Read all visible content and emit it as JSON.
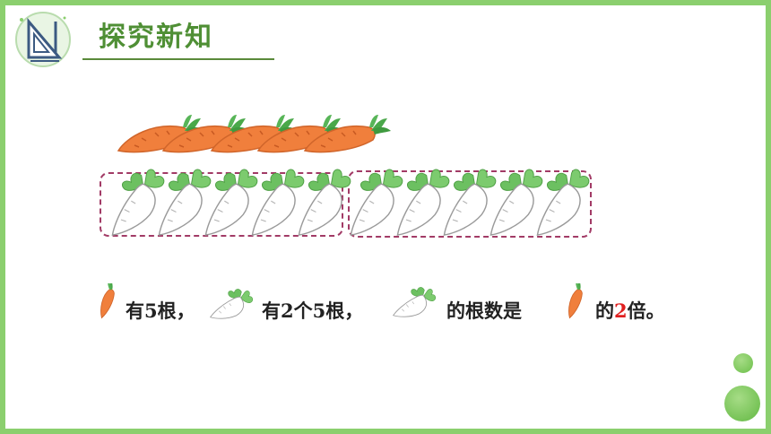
{
  "header": {
    "title": "探究新知",
    "logo_icon": "ruler-triangle-icon"
  },
  "colors": {
    "frame": "#8bcf6e",
    "title": "#4f8f35",
    "carrot": "#f07f3c",
    "carrot_leaf": "#4aa84a",
    "radish": "#ffffff",
    "radish_leaf": "#6cc061",
    "group_border": "#a23b66",
    "highlight": "#e02020"
  },
  "illustration": {
    "carrot_count": 5,
    "radish_count": 10,
    "radish_groups": 2,
    "radish_per_group": 5,
    "carrot_icon": "carrot-icon",
    "radish_icon": "radish-icon"
  },
  "sentence": {
    "part1": "有5根，",
    "part2": "有2个5根，",
    "part3": "的根数是",
    "part4_prefix": "的",
    "multiple": "2",
    "part4_suffix": "倍。"
  }
}
